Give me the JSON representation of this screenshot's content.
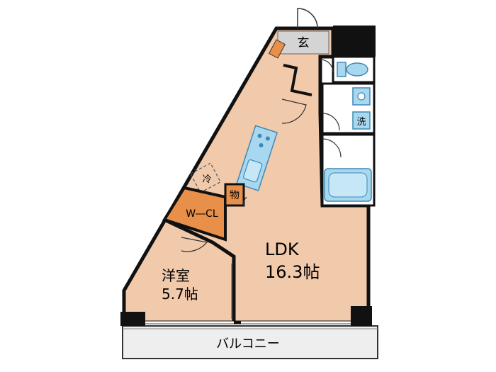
{
  "rooms": {
    "entrance": {
      "label": "玄"
    },
    "laundry": {
      "label": "洗"
    },
    "fridge": {
      "label": "冷"
    },
    "storage": {
      "label": "物"
    },
    "walk_in_closet": {
      "label": "W―CL"
    },
    "ldk": {
      "name": "LDK",
      "size": "16.3帖"
    },
    "western_room": {
      "name": "洋室",
      "size": "5.7帖"
    },
    "balcony": {
      "label": "バルコニー"
    }
  },
  "colors": {
    "floor": "#f1c9ab",
    "closet": "#e8904a",
    "wall": "#111111",
    "entrance_floor": "#d4d4d4",
    "balcony": "#eeeeee",
    "fixture": "#a8d8ef",
    "fixture_stroke": "#3f88b4"
  }
}
